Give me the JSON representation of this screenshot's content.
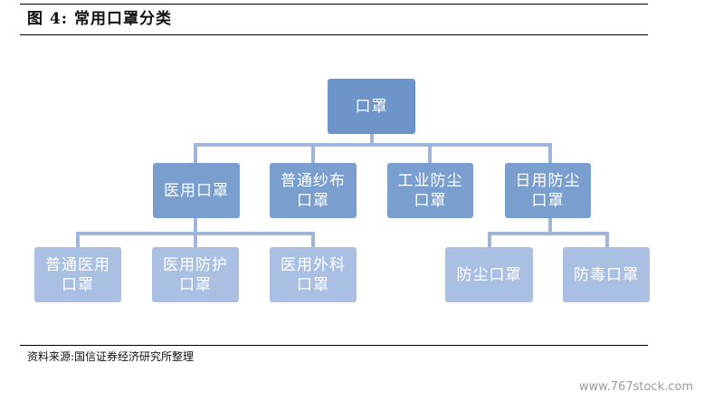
{
  "header": {
    "title": "图 4:  常用口罩分类"
  },
  "diagram": {
    "root": "口罩",
    "level1": [
      "医用口罩",
      "普通纱布\n口罩",
      "工业防尘\n口罩",
      "日用防尘\n口罩"
    ],
    "level2_medical": [
      "普通医用\n口罩",
      "医用防护\n口罩",
      "医用外科\n口罩"
    ],
    "level2_daily": [
      "防尘口罩",
      "防毒口罩"
    ]
  },
  "footer": {
    "source": "资料来源:国信证券经济研究所整理"
  },
  "watermark": "www.767stock.com",
  "colors": {
    "root": "#6e95c9",
    "level1": "#7a9fcf",
    "level2": "#a9c0e3",
    "connector": "#9fb6da"
  }
}
